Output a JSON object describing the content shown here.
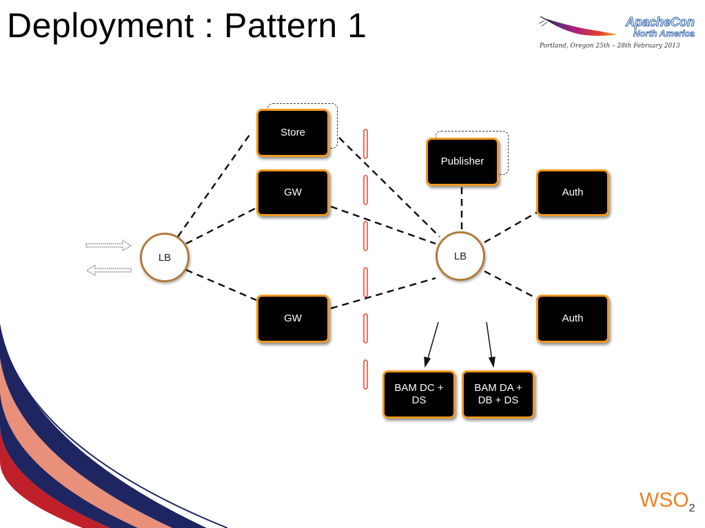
{
  "slide": {
    "title": "Deployment : Pattern 1"
  },
  "logo": {
    "line1": "ApacheCon",
    "line2": "North America",
    "tagline": "Portland, Oregon 25th – 28th February 2013",
    "icon": "apache-feather-icon"
  },
  "diagram": {
    "left_lb": "LB",
    "right_lb": "LB",
    "store": "Store",
    "gw_top": "GW",
    "gw_bottom": "GW",
    "publisher": "Publisher",
    "auth_top": "Auth",
    "auth_bottom": "Auth",
    "bam_dc": "BAM DC + DS",
    "bam_da": "BAM DA + DB + DS"
  },
  "footer": {
    "brand": "WSO",
    "brand_sub": "2"
  },
  "colors": {
    "node_fill": "#000000",
    "node_border": "#f29a1f",
    "lb_border": "#b07b3e",
    "firewall": "#e0402a",
    "swoosh_red": "#c0202a",
    "swoosh_navy": "#1e2560",
    "swoosh_salmon": "#e8907a"
  }
}
